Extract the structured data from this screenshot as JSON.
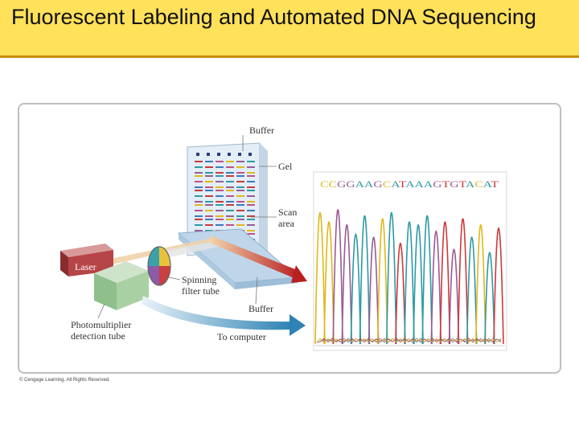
{
  "slide": {
    "title": "Fluorescent Labeling and Automated DNA Sequencing"
  },
  "figure": {
    "labels": {
      "buffer_top": "Buffer",
      "gel": "Gel",
      "scan_area_1": "Scan",
      "scan_area_2": "area",
      "laser": "Laser",
      "spinning_1": "Spinning",
      "spinning_2": "filter tube",
      "buffer_bottom": "Buffer",
      "photo_1": "Photomultiplier",
      "photo_2": "detection tube",
      "to_computer": "To computer"
    },
    "sequence": {
      "bases": "CCGGAAGCATAAAGTGTACAT",
      "colors": {
        "A": "#2e9aa4",
        "C": "#e0b81c",
        "G": "#9a5a96",
        "T": "#cc3a3a"
      }
    },
    "copyright": "© Cengage Learning. All Rights Reserved."
  }
}
